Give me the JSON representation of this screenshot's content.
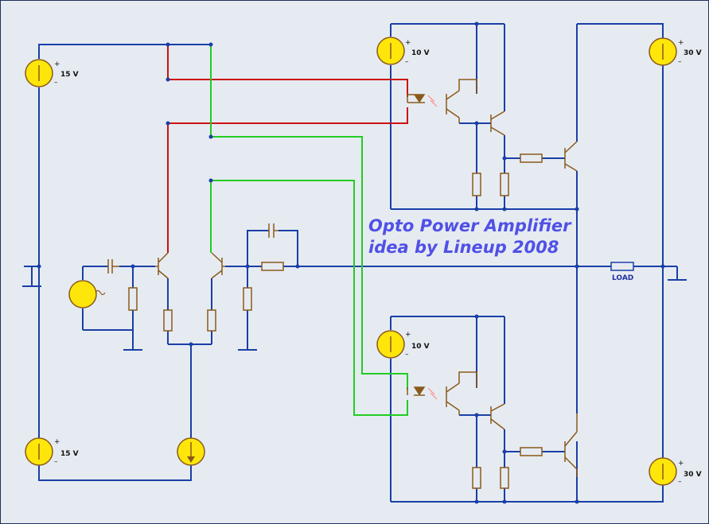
{
  "title_line1": "Opto Power Amplifier",
  "title_line2": "idea by Lineup 2008",
  "sources": {
    "v15_top": "15 V",
    "v15_bottom": "15 V",
    "v10_top": "10 V",
    "v10_bottom": "10 V",
    "v30_top": "30 V",
    "v30_bottom": "30 V"
  },
  "load_label": "LOAD",
  "plus_sign": "+",
  "minus_sign": "–",
  "colors": {
    "background": "#e6ebf2",
    "wire": "#1a3fa6",
    "red_wire": "#cc1111",
    "green_wire": "#22cc22",
    "component": "#8a5a1a",
    "source_fill": "#ffe60a",
    "title": "#5050e6"
  }
}
